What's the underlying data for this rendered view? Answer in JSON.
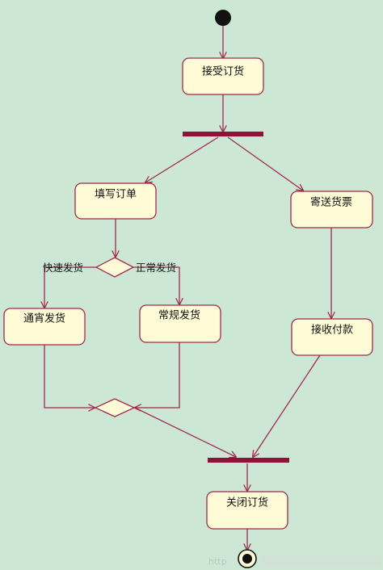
{
  "activities": {
    "receive_order": "接受订货",
    "fill_order": "填写订单",
    "send_invoice": "寄送货票",
    "overnight_delivery": "通宵发货",
    "regular_delivery": "常规发货",
    "receive_payment": "接收付款",
    "close_order": "关闭订货"
  },
  "guards": {
    "express": "快速发货",
    "normal": "正常发货"
  },
  "watermark": "http",
  "colors": {
    "background": "#cce8d4",
    "node_fill": "#fffbd6",
    "stroke": "#a0284e",
    "bar": "#8f1236",
    "start": "#111111"
  }
}
